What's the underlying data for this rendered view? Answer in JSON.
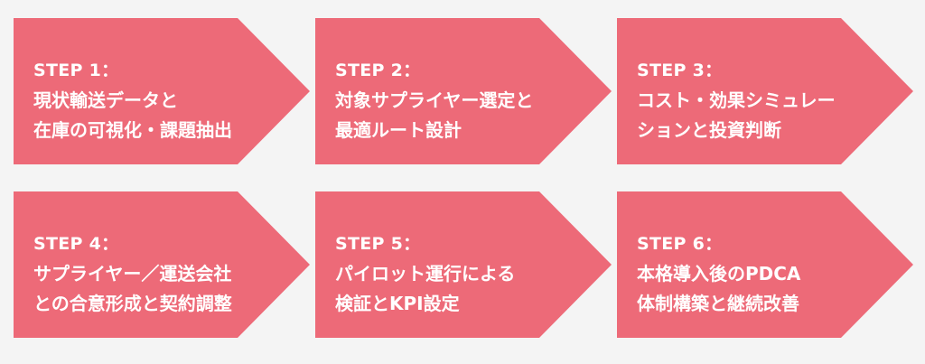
{
  "colors": {
    "background": "#f4f4f4",
    "arrow_fill": "#ed6a78",
    "text": "#ffffff"
  },
  "steps": [
    {
      "label": "STEP 1：",
      "lines": [
        "現状輸送データと",
        "在庫の可視化・課題抽出"
      ]
    },
    {
      "label": "STEP 2：",
      "lines": [
        "対象サプライヤー選定と",
        "最適ルート設計"
      ]
    },
    {
      "label": "STEP 3：",
      "lines": [
        "コスト・効果シミュレー",
        "ションと投資判断"
      ]
    },
    {
      "label": "STEP 4：",
      "lines": [
        "サプライヤー／運送会社",
        "との合意形成と契約調整"
      ]
    },
    {
      "label": "STEP 5：",
      "lines": [
        "パイロット運行による",
        "検証とKPI設定"
      ]
    },
    {
      "label": "STEP 6：",
      "lines": [
        "本格導入後のPDCA",
        "体制構築と継続改善"
      ]
    }
  ]
}
